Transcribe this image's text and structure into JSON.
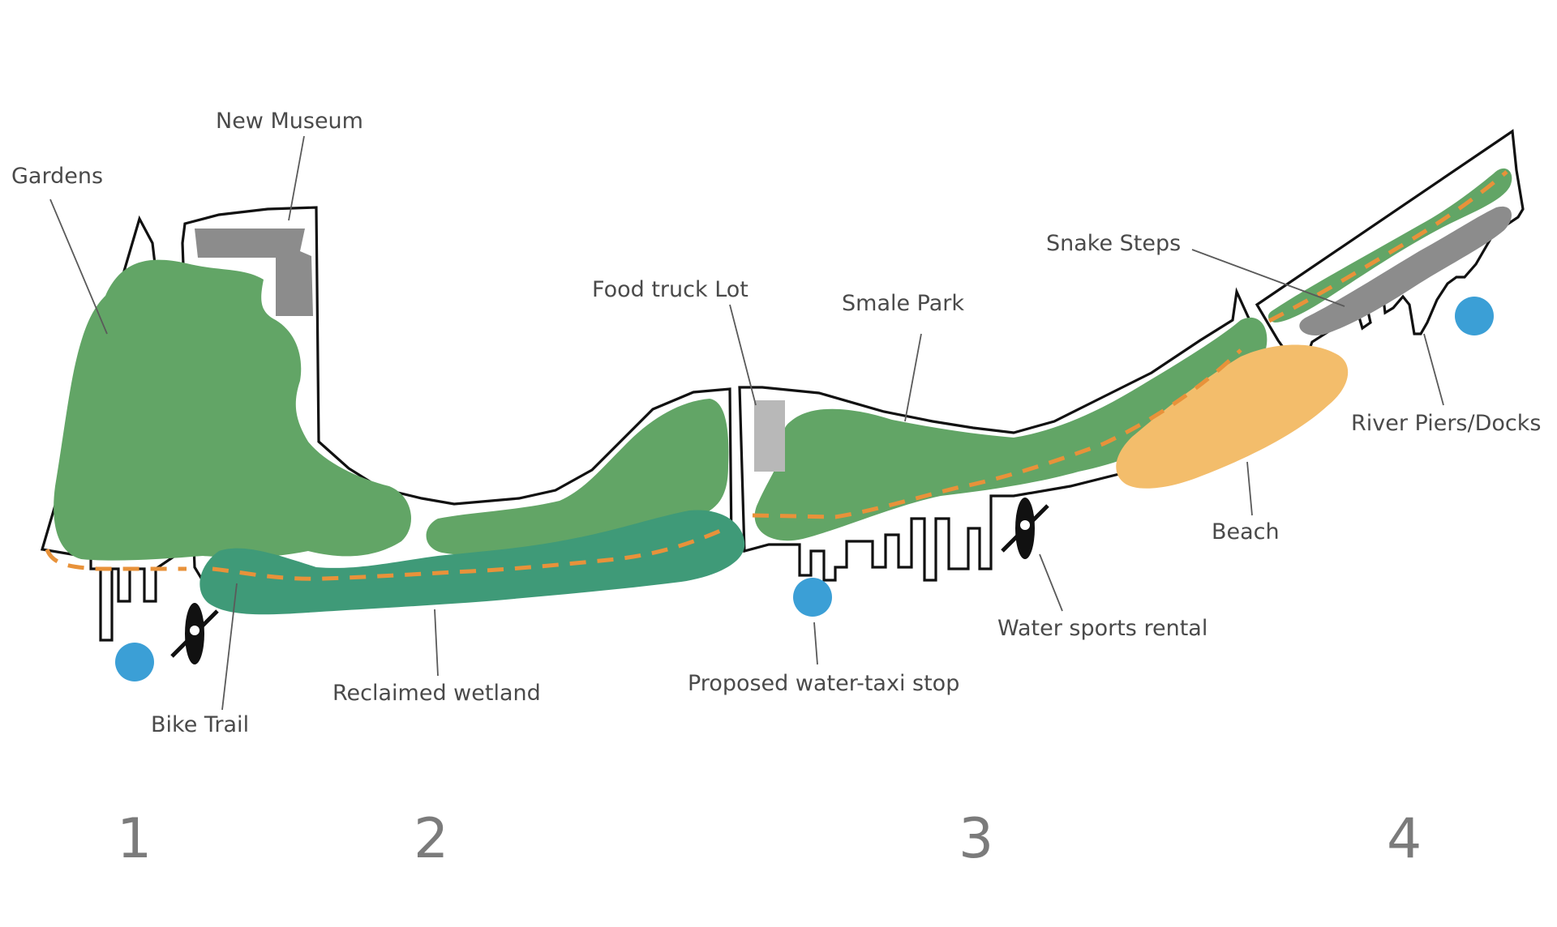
{
  "colors": {
    "park": "#62a566",
    "wetland": "#3f9a78",
    "beach": "#f3bd6b",
    "building": "#8c8c8c",
    "food_truck": "#b8b8b8",
    "water_taxi": "#3b9fd6",
    "bike_trail": "#e8923a",
    "outline": "#111111"
  },
  "labels": {
    "gardens": "Gardens",
    "new_museum": "New Museum",
    "food_truck_lot": "Food truck Lot",
    "smale_park": "Smale Park",
    "snake_steps": "Snake Steps",
    "river_piers": "River Piers/Docks",
    "beach": "Beach",
    "water_sports": "Water sports rental",
    "water_taxi": "Proposed water-taxi stop",
    "reclaimed_wetland": "Reclaimed wetland",
    "bike_trail": "Bike Trail"
  },
  "sections": [
    "1",
    "2",
    "3",
    "4"
  ],
  "icons": {
    "water_taxi_stop": "water-taxi-stop-icon",
    "kayak": "kayak-icon"
  }
}
